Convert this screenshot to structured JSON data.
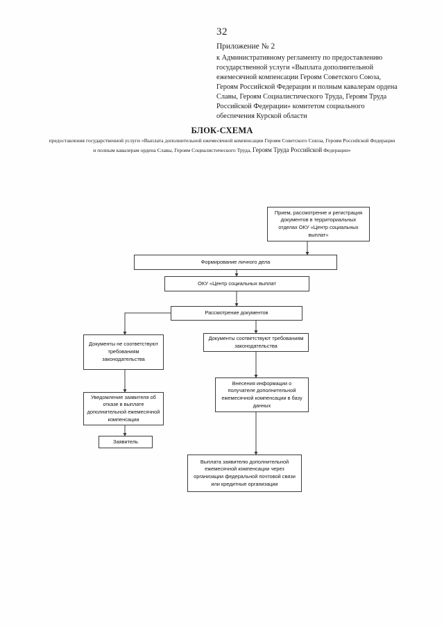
{
  "page": {
    "number": "32"
  },
  "appendix": {
    "title": "Приложение № 2",
    "body": "к   Административному  регламенту по предоставлению государственной услуги  «Выплата дополнительной ежемесячной компенсации Героям Советского Союза, Героям Российской Федерации и полным кавалерам ордена Славы, Героям Социалистического Труда, Героям Труда Российской Федерации» комитетом социального обеспечения Курской области"
  },
  "heading": {
    "title": "БЛОК-СХЕМА",
    "subtitle_line1": "предоставления государственной услуги  «Выплата  дополнительной ежемесячной компенсации Героям Советского Союза, Героям",
    "subtitle_line2": "Российской Федерации и полным кавалерам ордена Славы, Героям Социалистического Труда, ",
    "subtitle_line2_big": "Героям  Труда Российской",
    "subtitle_line3": "Федерации»"
  },
  "flowchart": {
    "nodes": {
      "intake": "Прием, рассмотрение и регистрация документов в территориальных отделах ОКУ «Центр социальных выплат»",
      "personal_file": "Формирование личного дела",
      "oku": "ОКУ «Центр социальных выплат",
      "review": "Рассмотрение документов",
      "non_compliant": "Документы не соответствуют требованиям законодательства",
      "compliant": "Документы соответствуют требованиям законодательства",
      "refusal_notice": "Уведомление заявителя об отказе в выплате дополнительной ежемесячной компенсации",
      "applicant": "Заявитель",
      "database_entry": "Внесения информации о получателе дополнительной ежемесячной компенсации в базу данных",
      "payment": "Выплата заявителю дополнительной ежемесячной  компенсации через организации федеральной почтовой связи или кредитные организации"
    },
    "line_color": "#3a3a3a"
  }
}
